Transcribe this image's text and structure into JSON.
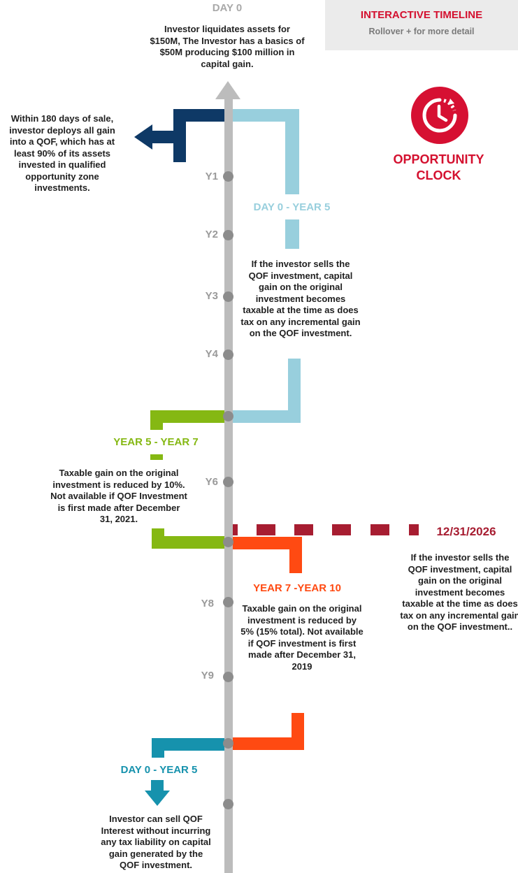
{
  "day0": {
    "label": "DAY 0",
    "text": "Investor liquidates assets for $150M, The Investor has a basics of $50M producing $100 million in capital gain."
  },
  "info": {
    "title": "INTERACTIVE TIMELINE",
    "subtitle": "Rollover  + for more detail"
  },
  "clock": {
    "label": "OPPORTUNITY CLOCK",
    "icon": "clock-icon"
  },
  "qof_deploy": {
    "text": "Within 180 days of sale, investor deploys all gain into a QOF, which has at least 90% of its assets invested in qualified opportunity zone investments."
  },
  "years": [
    "Y1",
    "Y2",
    "Y3",
    "Y4",
    "Y6",
    "Y8",
    "Y9"
  ],
  "right_day0_year5": {
    "title": "DAY 0 - YEAR 5",
    "text": "If the investor sells  the QOF investment, capital gain on the original investment becomes taxable at the time as does tax on any incremental gain on the QOF investment."
  },
  "left_year5_year7": {
    "title": "YEAR 5 - YEAR 7",
    "text": "Taxable gain on the original investment is reduced by 10%.  Not available if QOF Investment is first made after December 31, 2021."
  },
  "deadline": {
    "date": "12/31/2026",
    "text": "If the investor sells  the QOF investment, capital gain on the original investment becomes taxable at the time as does tax on any incremental gain on the QOF investment.."
  },
  "right_year7_year10": {
    "title": "YEAR 7 -YEAR 10",
    "text": "Taxable gain on the original investment is reduced by 5% (15% total). Not available if QOF investment is first made after December 31, 2019"
  },
  "bottom_day0_year5": {
    "title": "DAY 0 - YEAR 5",
    "text": "Investor can sell QOF Interest without incurring any tax liability on capital gain generated by the QOF investment."
  },
  "colors": {
    "axis": "#bcbcbc",
    "red": "#d4102f",
    "navy": "#0e3966",
    "light_blue": "#98cfdd",
    "green": "#85b813",
    "orange": "#ff4a12",
    "teal": "#1692ad",
    "deadline": "#a71d31"
  }
}
